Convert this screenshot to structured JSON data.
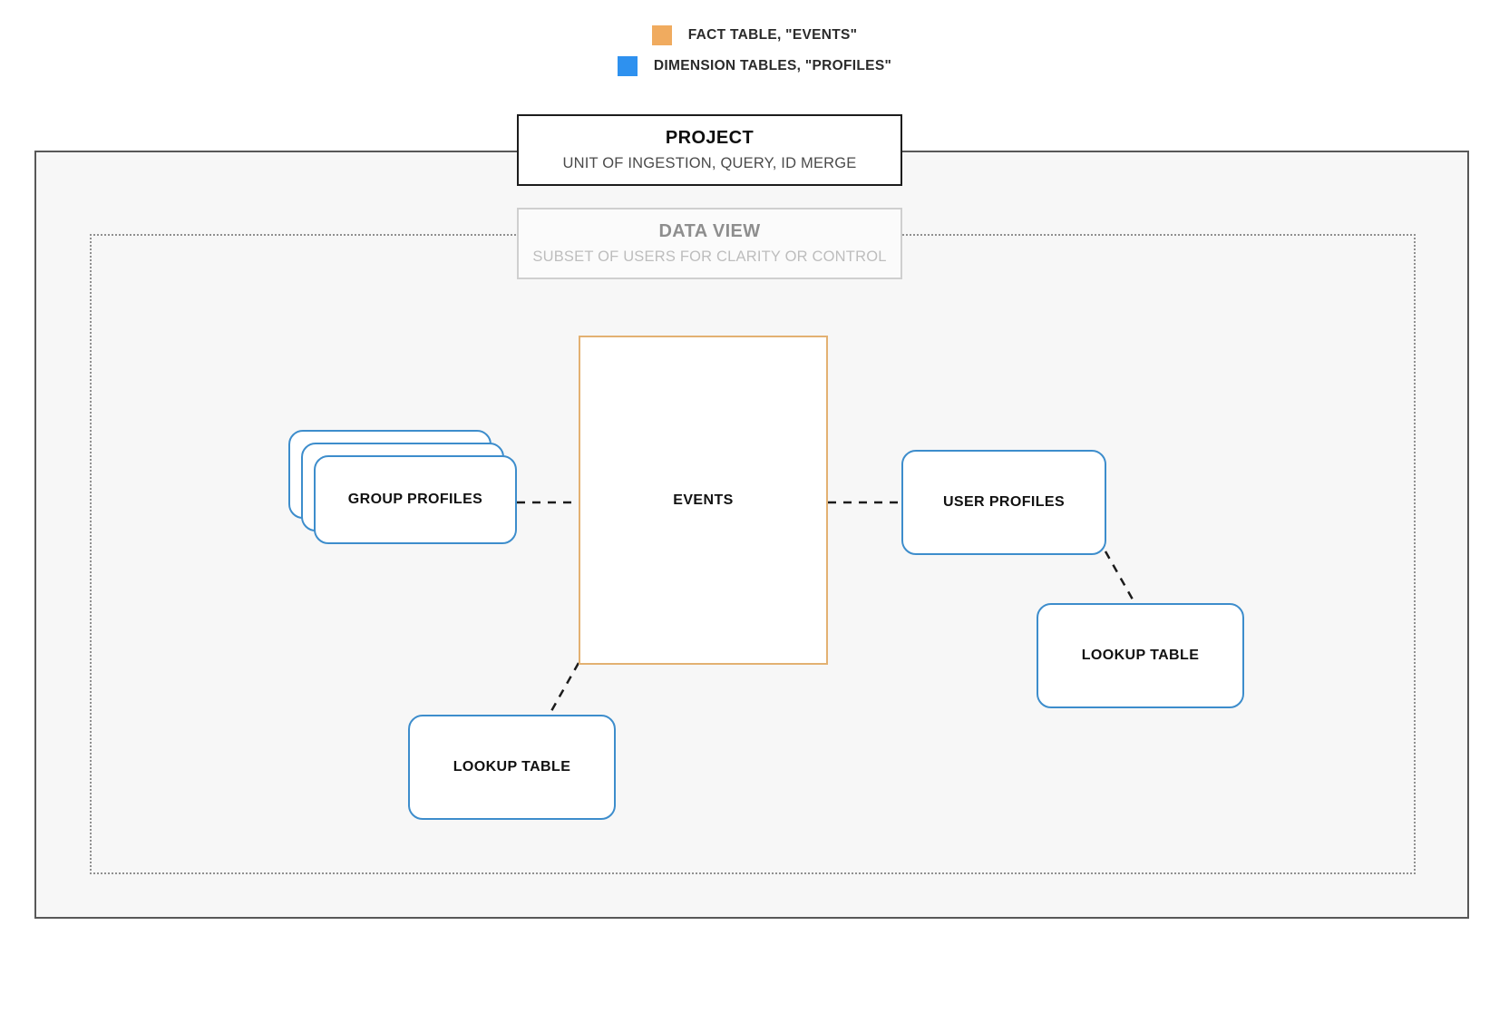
{
  "legend": {
    "items": [
      {
        "label": "FACT TABLE, \"EVENTS\"",
        "color": "#f0ab5f",
        "icon": "square-swatch-orange"
      },
      {
        "label": "DIMENSION TABLES, \"PROFILES\"",
        "color": "#2e91ef",
        "icon": "square-swatch-blue"
      }
    ]
  },
  "project": {
    "title": "PROJECT",
    "subtitle": "UNIT OF INGESTION, QUERY, ID MERGE",
    "border_color": "#1c1c1c"
  },
  "data_view": {
    "title": "DATA VIEW",
    "subtitle": "SUBSET OF USERS FOR CLARITY OR CONTROL",
    "border_color": "#cfcfcf"
  },
  "nodes": {
    "fact_table": {
      "label": "EVENTS",
      "color": "#e3b172"
    },
    "group_profiles": {
      "label": "GROUP PROFILES",
      "color": "#3d8dcc",
      "stack_count": 3
    },
    "user_profiles": {
      "label": "USER PROFILES",
      "color": "#3d8dcc"
    },
    "lookup_table_left": {
      "label": "LOOKUP TABLE",
      "color": "#3d8dcc"
    },
    "lookup_table_right": {
      "label": "LOOKUP TABLE",
      "color": "#3d8dcc"
    }
  },
  "connector_color": "#1c1c1c"
}
